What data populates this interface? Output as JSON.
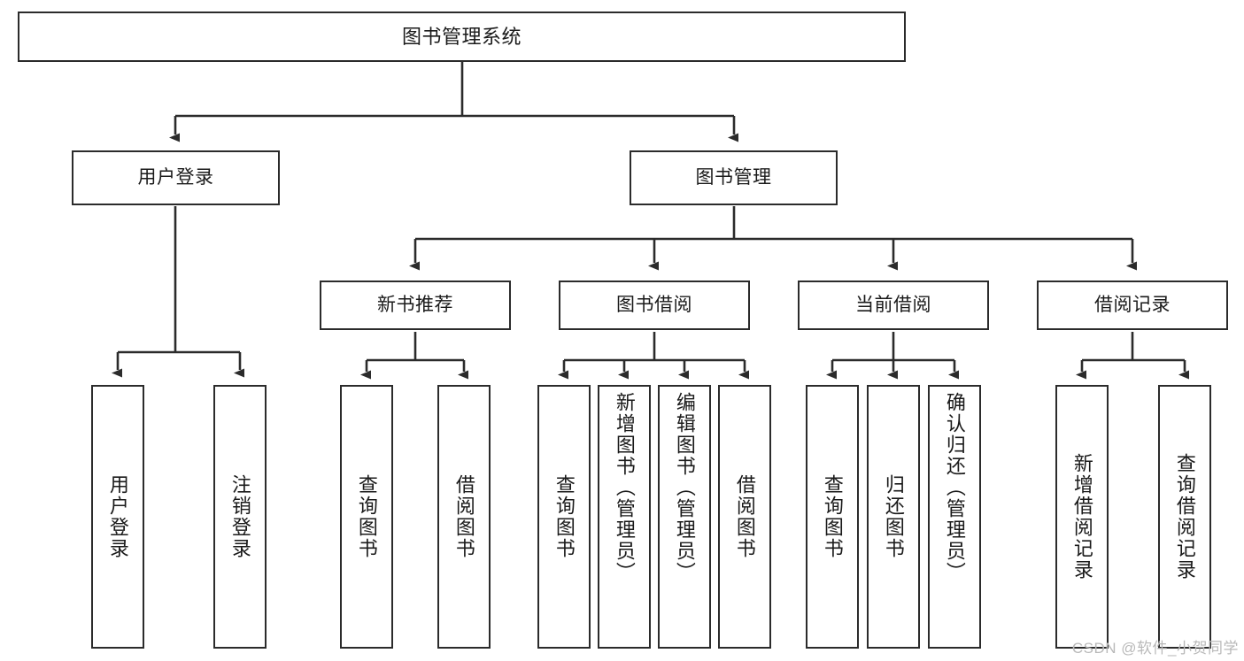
{
  "diagram": {
    "type": "tree",
    "title": "图书管理系统",
    "orientation": "top-down",
    "colors": {
      "background": "#ffffff",
      "node_fill": "#ffffff",
      "node_border": "#2b2b2b",
      "edge": "#2b2b2b",
      "text": "#1a1a1a",
      "watermark": "#b9b9b9"
    },
    "levels": {
      "root": {
        "label": "图书管理系统"
      },
      "level2": [
        {
          "label": "用户登录"
        },
        {
          "label": "图书管理"
        }
      ],
      "level3": [
        {
          "label": "新书推荐"
        },
        {
          "label": "图书借阅"
        },
        {
          "label": "当前借阅"
        },
        {
          "label": "借阅记录"
        }
      ],
      "leaves": [
        {
          "label": "用户登录",
          "parent": "用户登录"
        },
        {
          "label": "注销登录",
          "parent": "用户登录"
        },
        {
          "label": "查询图书",
          "parent": "新书推荐"
        },
        {
          "label": "借阅图书",
          "parent": "新书推荐"
        },
        {
          "label": "查询图书",
          "parent": "图书借阅"
        },
        {
          "label": "新增图书（管理员）",
          "parent": "图书借阅"
        },
        {
          "label": "编辑图书（管理员）",
          "parent": "图书借阅"
        },
        {
          "label": "借阅图书",
          "parent": "图书借阅"
        },
        {
          "label": "查询图书",
          "parent": "当前借阅"
        },
        {
          "label": "归还图书",
          "parent": "当前借阅"
        },
        {
          "label": "确认归还（管理员）",
          "parent": "当前借阅"
        },
        {
          "label": "新增借阅记录",
          "parent": "借阅记录"
        },
        {
          "label": "查询借阅记录",
          "parent": "借阅记录"
        }
      ]
    }
  },
  "watermark": {
    "text": "CSDN @软件_小贺同学"
  }
}
